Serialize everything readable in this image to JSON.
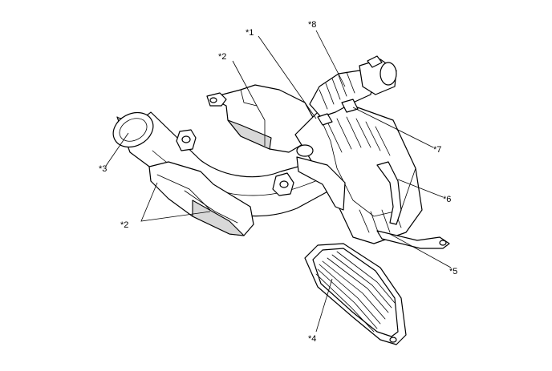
{
  "callouts": {
    "c1": "*1",
    "c2a": "*2",
    "c2b": "*2",
    "c3": "*3",
    "c4": "*4",
    "c5": "*5",
    "c6": "*6",
    "c7": "*7",
    "c8": "*8"
  }
}
